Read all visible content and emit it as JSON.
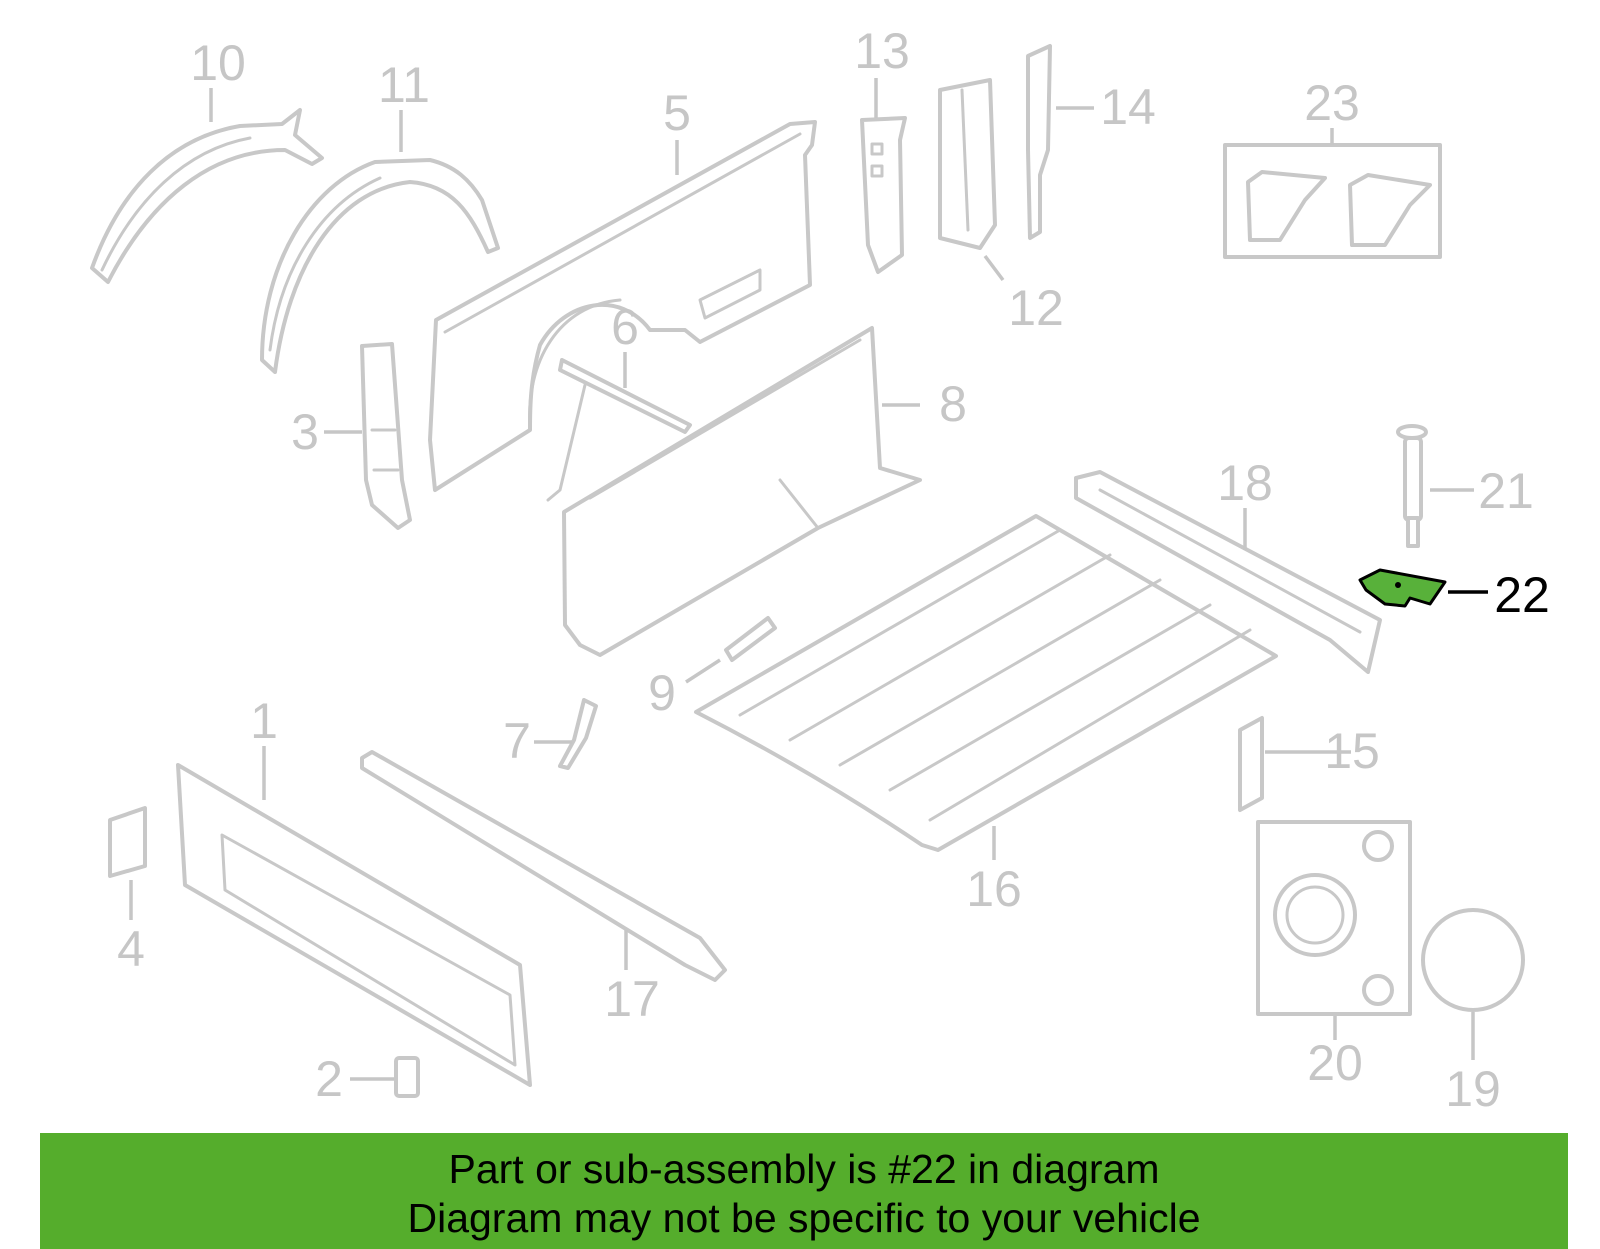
{
  "diagram": {
    "highlighted_part": "22",
    "highlight_color": "#58b13a",
    "part_color": "#c8c8c8",
    "callouts": [
      "1",
      "2",
      "3",
      "4",
      "5",
      "6",
      "7",
      "8",
      "9",
      "10",
      "11",
      "12",
      "13",
      "14",
      "15",
      "16",
      "17",
      "18",
      "19",
      "20",
      "21",
      "22",
      "23"
    ]
  },
  "banner": {
    "line1": "Part or sub-assembly is #22 in diagram",
    "line2": "Diagram may not be specific to your vehicle",
    "background": "#55ad2c"
  }
}
